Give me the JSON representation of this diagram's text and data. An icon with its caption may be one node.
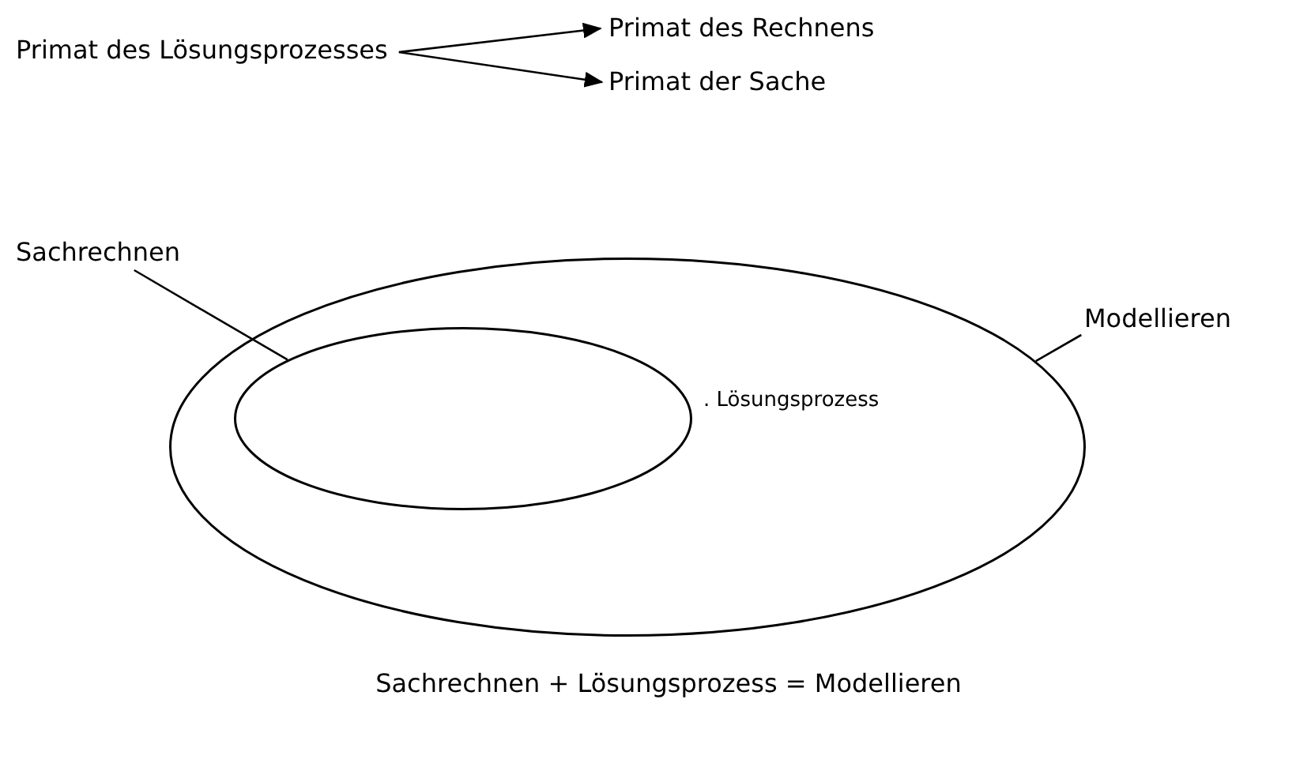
{
  "diagram": {
    "caption": "Sachrechnen + Lösungsprozess = Modellieren",
    "nodes": [
      {
        "text": [
          "Primat des Lösungsprozesses"
        ]
      },
      {
        "text": [
          "Primat des Rechnens"
        ]
      },
      {
        "text": [
          "Primat der Sache"
        ]
      },
      {
        "text": [
          "Modellieren"
        ]
      },
      {
        "text": [
          ". Lösungsprozess"
        ]
      },
      {
        "text": [],
        "shape": "ellipse",
        "in": 4
      },
      {
        "text": [
          "Sachrechnen"
        ]
      }
    ],
    "edges": [
      {
        "from": 0,
        "to": 1,
        "arrow": "to"
      },
      {
        "from": 0,
        "to": 2,
        "arrow": "to"
      },
      {
        "from": 3,
        "to": 4,
        "arrow": "none"
      },
      {
        "from": 6,
        "to": 5,
        "arrow": "none"
      }
    ]
  }
}
